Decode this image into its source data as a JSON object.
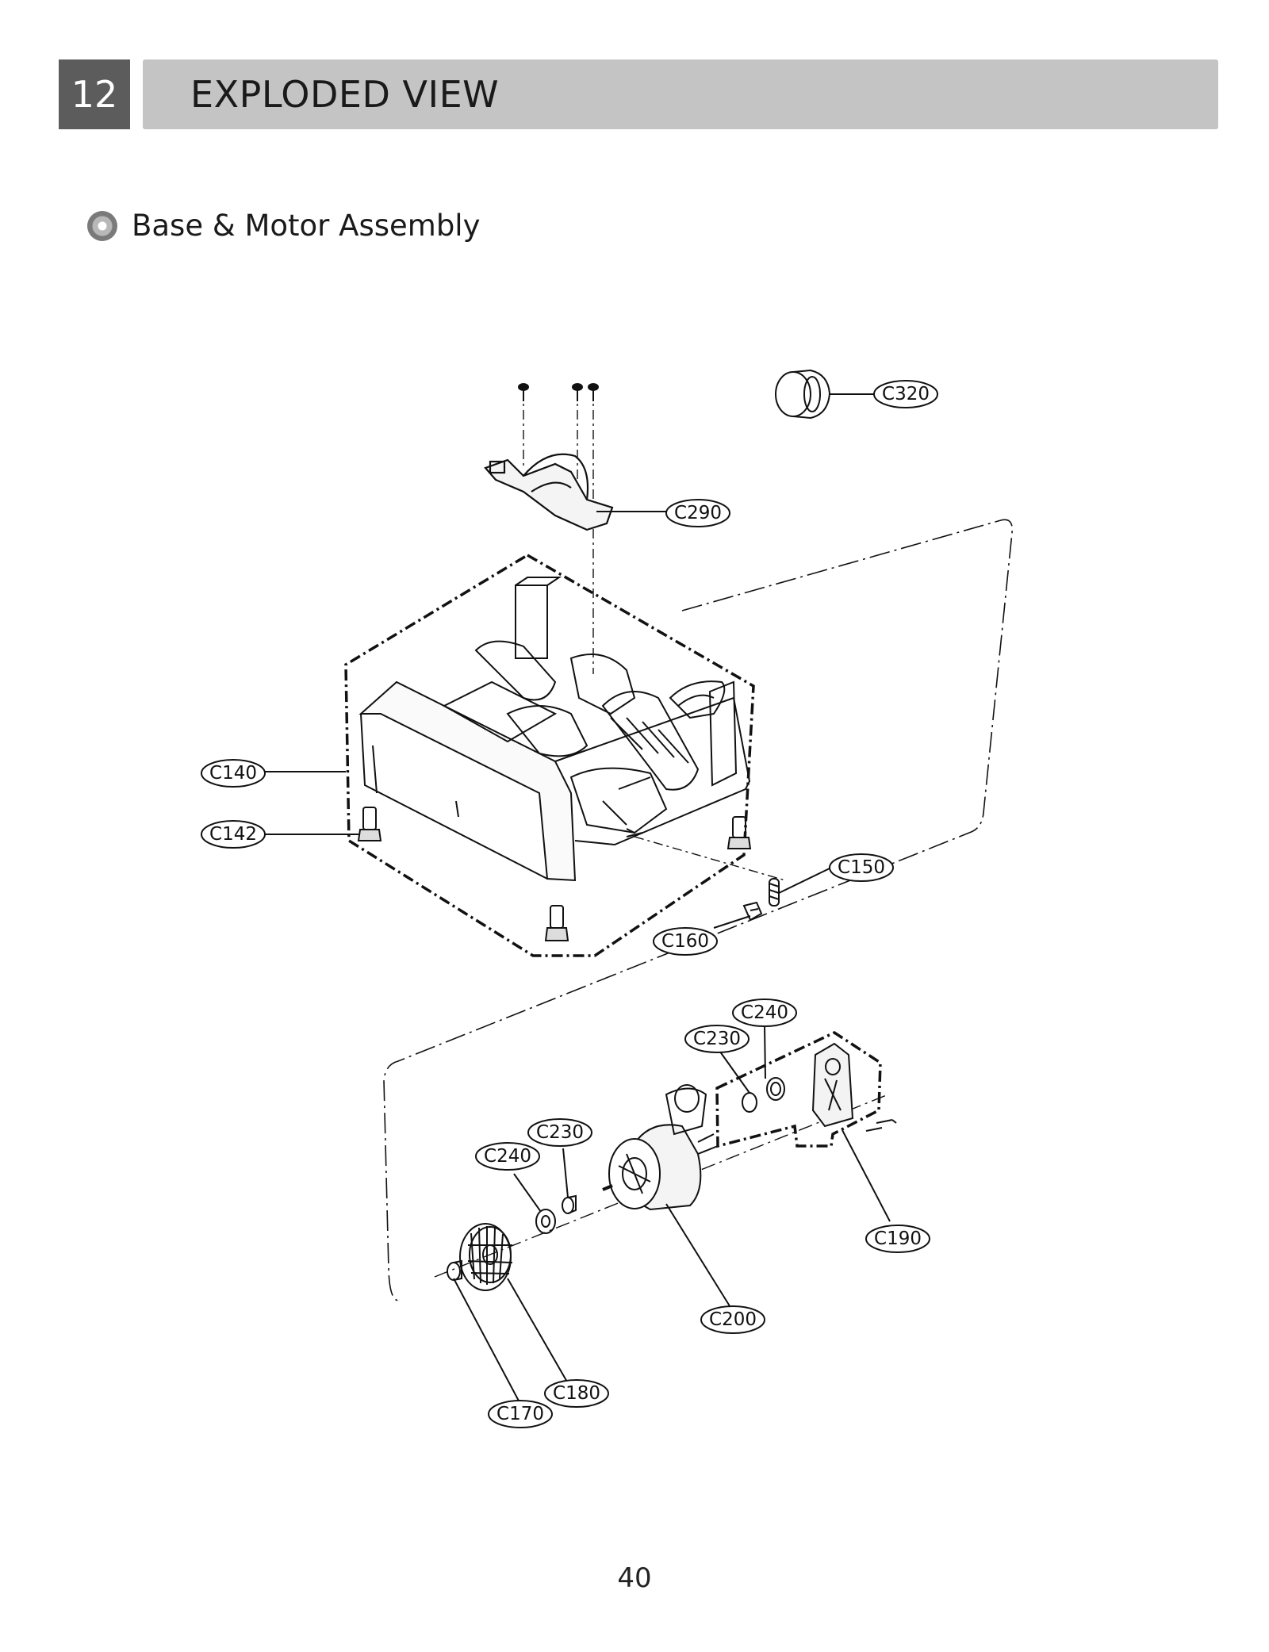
{
  "header": {
    "section_number": "12",
    "title": "EXPLODED VIEW"
  },
  "section": {
    "title": "Base & Motor Assembly"
  },
  "callouts": [
    {
      "id": "C320",
      "label": "C320"
    },
    {
      "id": "C290",
      "label": "C290"
    },
    {
      "id": "C140",
      "label": "C140"
    },
    {
      "id": "C142",
      "label": "C142"
    },
    {
      "id": "C150",
      "label": "C150"
    },
    {
      "id": "C160",
      "label": "C160"
    },
    {
      "id": "C240a",
      "label": "C240"
    },
    {
      "id": "C230a",
      "label": "C230"
    },
    {
      "id": "C230b",
      "label": "C230"
    },
    {
      "id": "C240b",
      "label": "C240"
    },
    {
      "id": "C190",
      "label": "C190"
    },
    {
      "id": "C200",
      "label": "C200"
    },
    {
      "id": "C180",
      "label": "C180"
    },
    {
      "id": "C170",
      "label": "C170"
    }
  ],
  "footer": {
    "page_number": "40"
  }
}
